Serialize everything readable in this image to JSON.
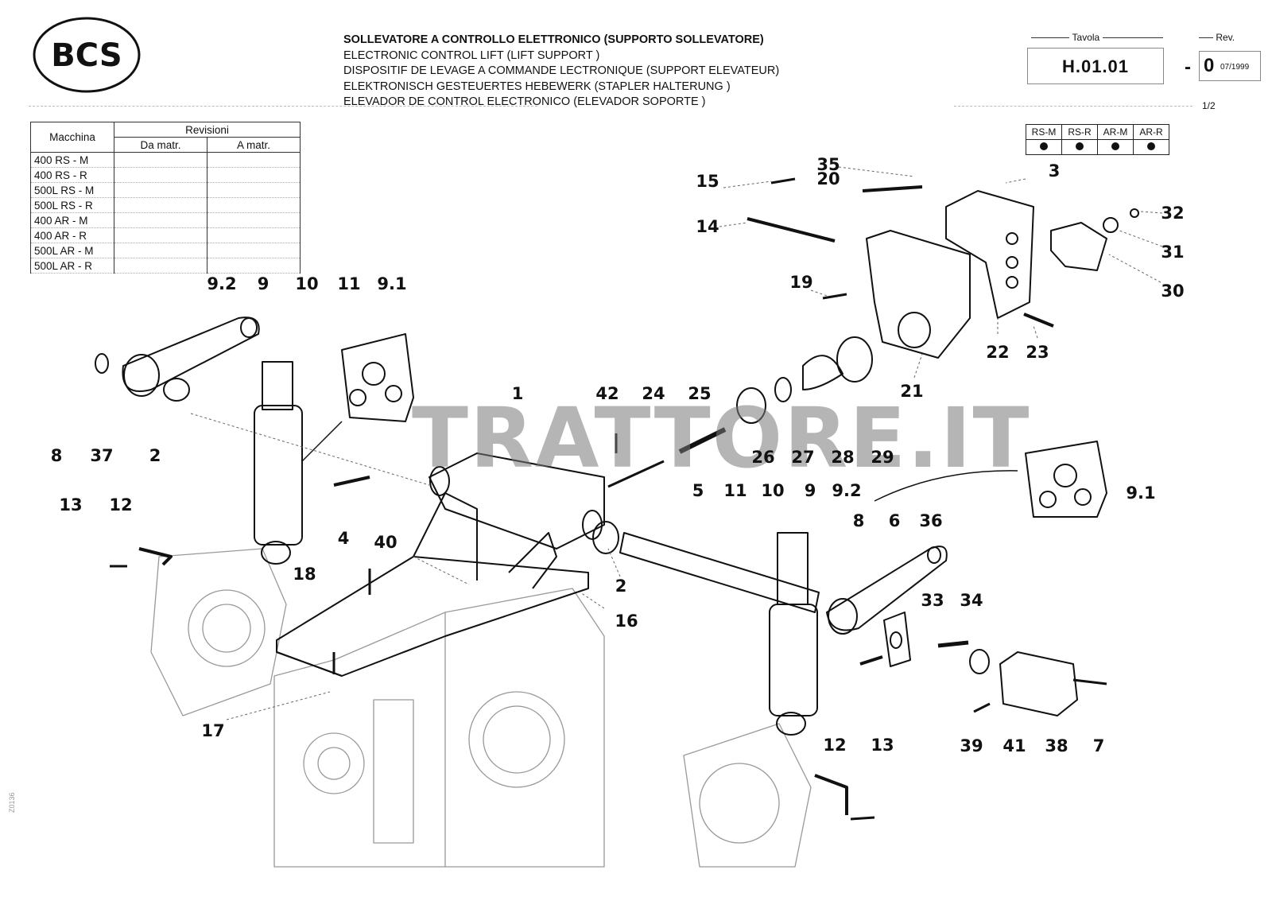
{
  "header": {
    "logo_text": "BCS",
    "titles": [
      "SOLLEVATORE A CONTROLLO ELETTRONICO (SUPPORTO SOLLEVATORE)",
      "ELECTRONIC CONTROL LIFT (LIFT SUPPORT )",
      "DISPOSITIF DE LEVAGE A COMMANDE LECTRONIQUE (SUPPORT ELEVATEUR)",
      "ELEKTRONISCH GESTEUERTES HEBEWERK (STAPLER HALTERUNG )",
      "ELEVADOR DE CONTROL ELECTRONICO (ELEVADOR SOPORTE )"
    ],
    "tavola_label": "Tavola",
    "tavola_value": "H.01.01",
    "rev_label": "Rev.",
    "rev_dash": "-",
    "rev_value": "0",
    "rev_date": "07/1999",
    "page": "1/2"
  },
  "machine_table": {
    "col_macchina": "Macchina",
    "col_revisioni": "Revisioni",
    "col_da": "Da matr.",
    "col_a": "A matr.",
    "rows": [
      "400 RS - M",
      "400 RS - R",
      "500L RS - M",
      "500L RS - R",
      "400 AR - M",
      "400 AR - R",
      "500L AR - M",
      "500L AR - R"
    ]
  },
  "model_table": {
    "headers": [
      "RS-M",
      "RS-R",
      "AR-M",
      "AR-R"
    ]
  },
  "watermark": "TRATTORE.IT",
  "side_code": "Z0136",
  "callouts": [
    "35",
    "3",
    "15",
    "20",
    "14",
    "32",
    "31",
    "30",
    "19",
    "22",
    "23",
    "21",
    "1",
    "42",
    "24",
    "25",
    "26",
    "27",
    "28",
    "29",
    "9.2",
    "9",
    "10",
    "11",
    "9.1",
    "8",
    "37",
    "2",
    "13",
    "12",
    "4",
    "40",
    "18",
    "16",
    "17",
    "5",
    "11",
    "10",
    "9",
    "9.2",
    "8",
    "6",
    "36",
    "9.1",
    "2",
    "33",
    "34",
    "39",
    "41",
    "38",
    "7",
    "12",
    "13"
  ]
}
